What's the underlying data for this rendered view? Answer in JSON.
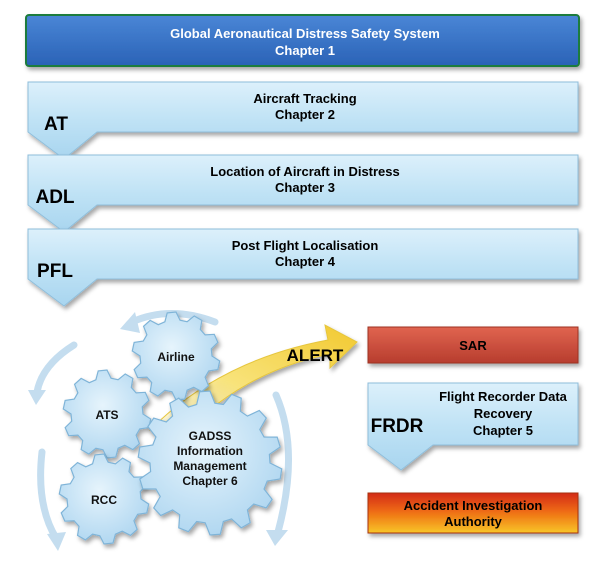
{
  "header": {
    "title": "Global Aeronautical Distress Safety System",
    "chapter": "Chapter 1"
  },
  "sections": [
    {
      "abbr": "AT",
      "title": "Aircraft Tracking",
      "chapter": "Chapter 2"
    },
    {
      "abbr": "ADL",
      "title": "Location of Aircraft in Distress",
      "chapter": "Chapter 3"
    },
    {
      "abbr": "PFL",
      "title": "Post Flight Localisation",
      "chapter": "Chapter 4"
    }
  ],
  "gears": {
    "airline": "Airline",
    "ats": "ATS",
    "rcc": "RCC",
    "gadss": [
      "GADSS",
      "Information",
      "Management",
      "Chapter 6"
    ]
  },
  "alert": "ALERT",
  "sar": "SAR",
  "frdr": {
    "abbr": "FRDR",
    "lines": [
      "Flight Recorder Data",
      "Recovery",
      "Chapter 5"
    ]
  },
  "accident": [
    "Accident Investigation",
    "Authority"
  ],
  "colors": {
    "header_blue": "#2f6fc4",
    "header_border": "#1e7b3c",
    "light_blue": "#bfe2f5",
    "sar_red": "#c94a3a",
    "alert_yellow": "#f3d34a",
    "gear_blue": "#b9dcf2"
  }
}
